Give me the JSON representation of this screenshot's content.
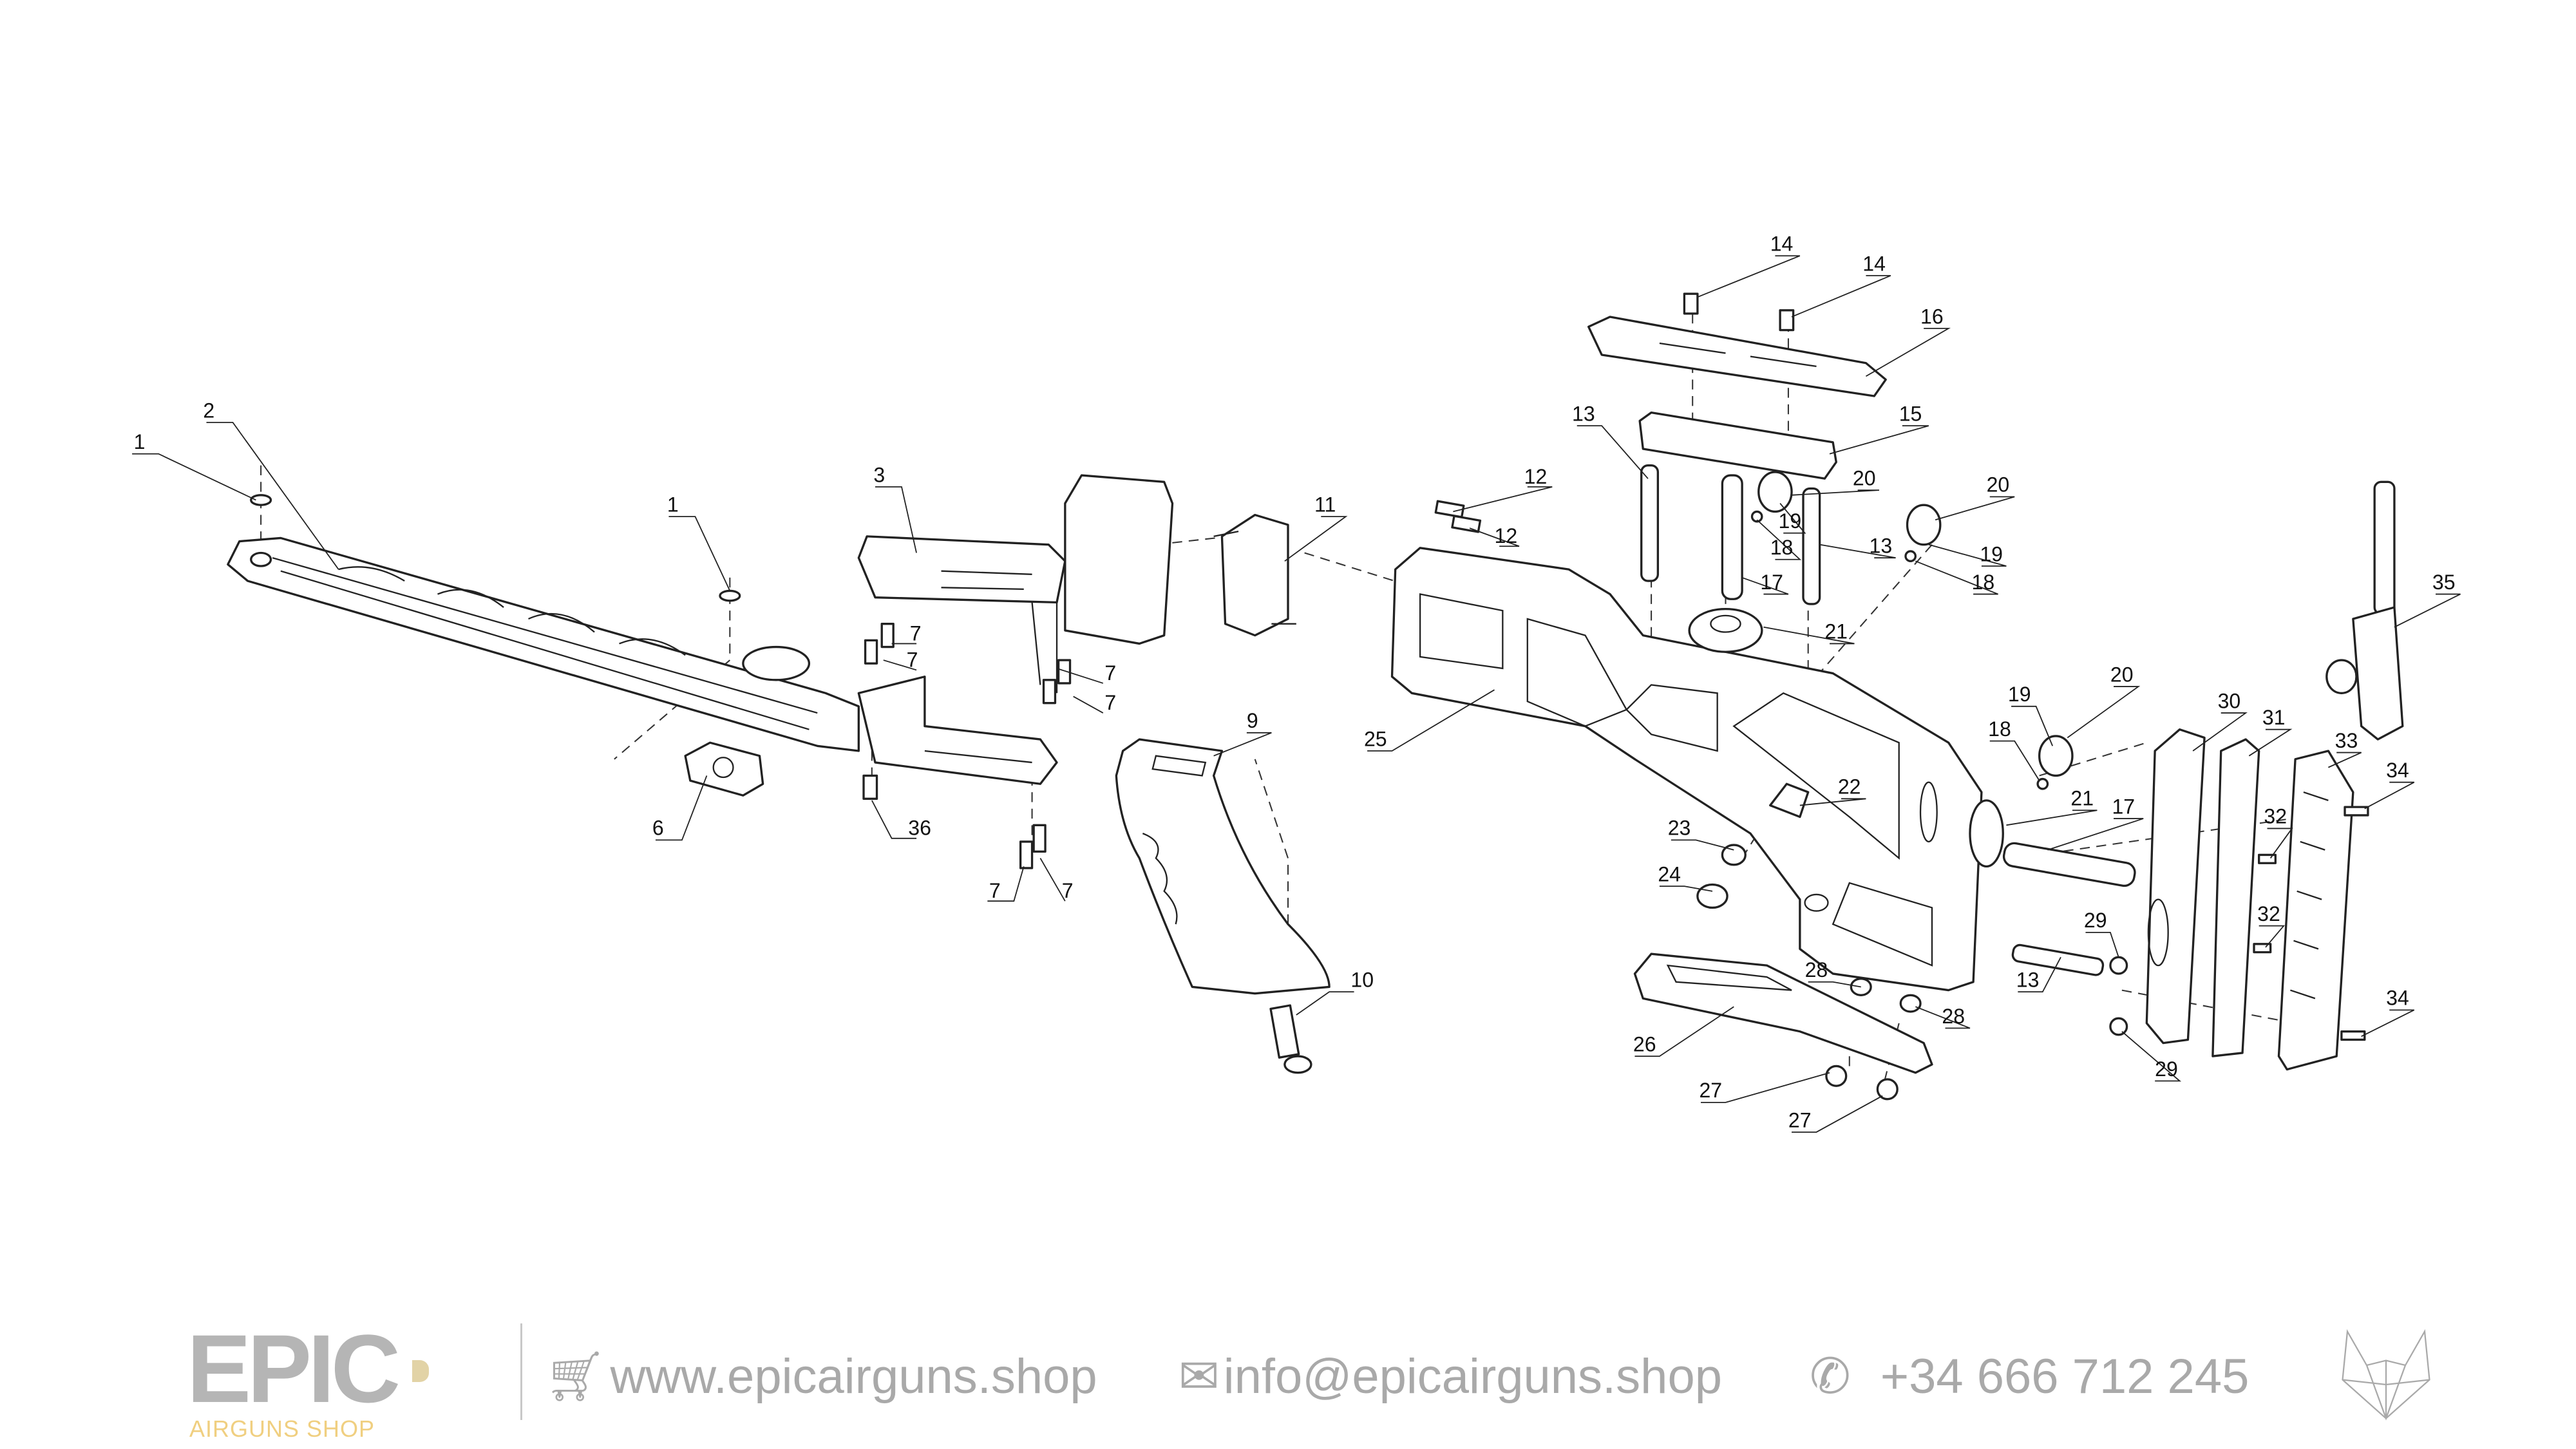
{
  "diagram": {
    "labels": [
      "1",
      "2",
      "1",
      "3",
      "7",
      "7",
      "6",
      "36",
      "7",
      "7",
      "7",
      "7",
      "9",
      "10",
      "11",
      "12",
      "12",
      "13",
      "14",
      "14",
      "16",
      "15",
      "20",
      "19",
      "18",
      "17",
      "13",
      "21",
      "20",
      "19",
      "18",
      "25",
      "22",
      "23",
      "24",
      "19",
      "20",
      "18",
      "21",
      "17",
      "30",
      "31",
      "33",
      "35",
      "34",
      "32",
      "32",
      "29",
      "13",
      "29",
      "28",
      "28",
      "26",
      "27",
      "27",
      "34"
    ]
  },
  "footer": {
    "logo_text": "EPIC",
    "logo_subtitle": "AIRGUNS SHOP",
    "website": "www.epicairguns.shop",
    "email": "info@epicairguns.shop",
    "phone": "+34 666 712 245",
    "icons": [
      "cart-icon",
      "mail-icon",
      "whatsapp-icon",
      "wolf-logo-icon"
    ],
    "colors": {
      "gray": "#a9a9a9",
      "gold": "#f0cf80"
    }
  }
}
